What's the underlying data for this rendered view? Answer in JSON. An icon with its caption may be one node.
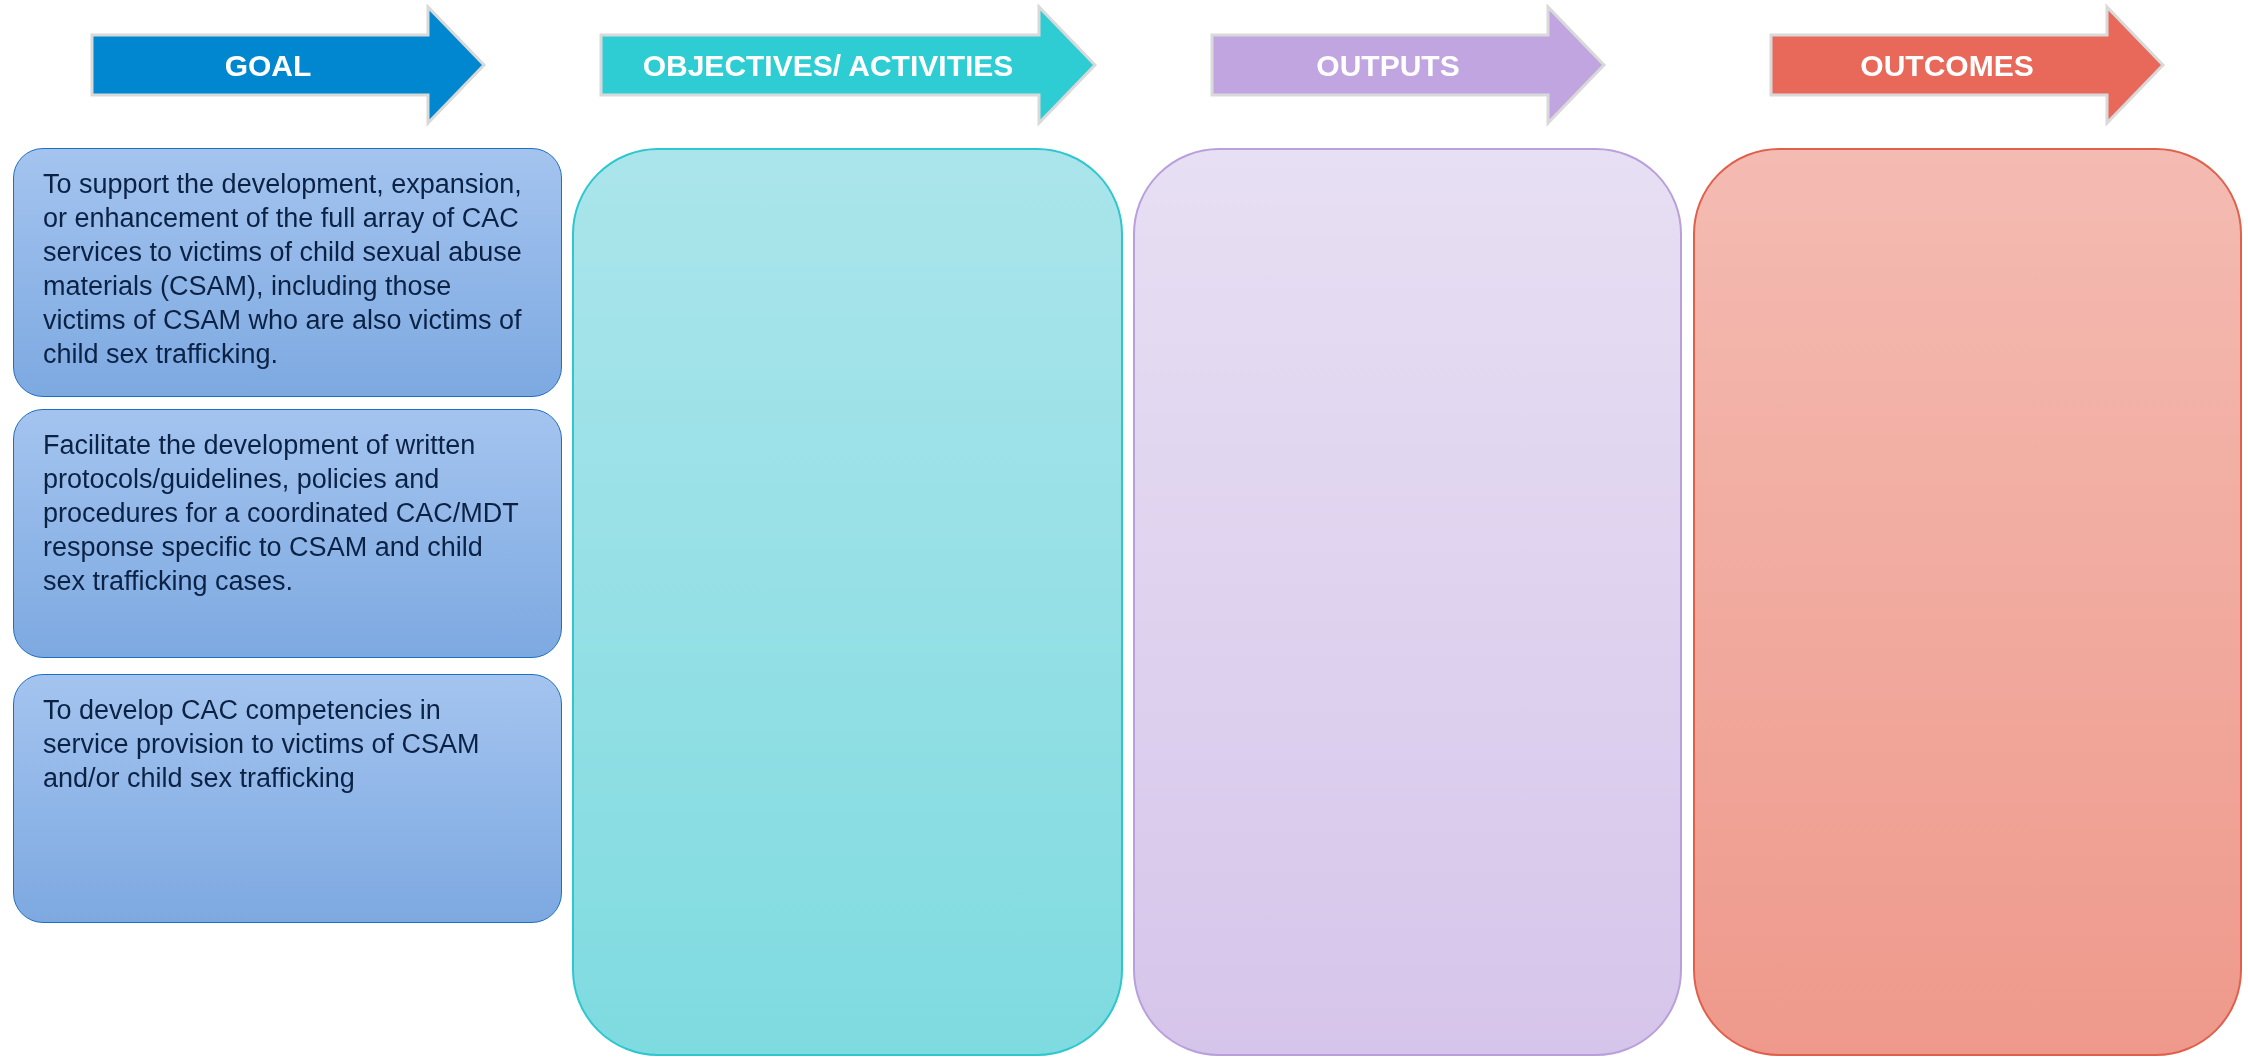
{
  "diagram": {
    "nodes": [
      {
        "text": [
          "GOAL"
        ]
      },
      {
        "text": [
          "OBJECTIVES/ ACTIVITIES"
        ]
      },
      {
        "text": [
          "OUTPUTS"
        ]
      },
      {
        "text": [
          "OUTCOMES"
        ]
      },
      {
        "text": [
          "To support the development, expansion, or enhancement of the full array of CAC services to victims of child sexual abuse materials (CSAM), including those victims of CSAM who are also victims of child sex trafficking."
        ]
      },
      {
        "text": [
          "Facilitate the development of written protocols/guidelines, policies and procedures for a coordinated CAC/MDT response specific to CSAM and child sex trafficking cases."
        ]
      },
      {
        "text": [
          "To develop CAC competencies in service provision to victims of CSAM and/or child sex trafficking"
        ]
      },
      {
        "text": [],
        "shape": "box"
      },
      {
        "text": [],
        "shape": "box"
      },
      {
        "text": [],
        "shape": "box"
      }
    ]
  }
}
